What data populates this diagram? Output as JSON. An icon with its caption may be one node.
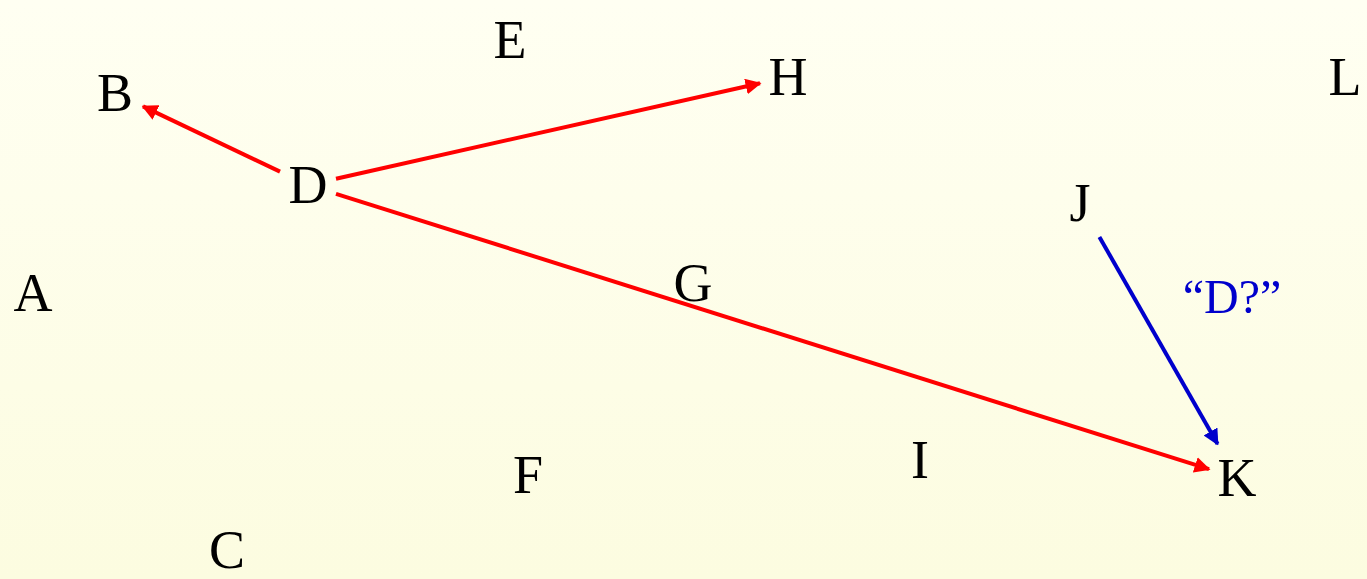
{
  "diagram": {
    "nodes": [
      {
        "text": [
          "E"
        ]
      },
      {
        "text": [
          "B"
        ]
      },
      {
        "text": [
          "H"
        ]
      },
      {
        "text": [
          "L"
        ]
      },
      {
        "text": [
          "D"
        ]
      },
      {
        "text": [
          "J"
        ]
      },
      {
        "text": [
          "A"
        ]
      },
      {
        "text": [
          "G"
        ]
      },
      {
        "text": [
          "F"
        ]
      },
      {
        "text": [
          "I"
        ]
      },
      {
        "text": [
          "K"
        ]
      },
      {
        "text": [
          "C"
        ]
      }
    ],
    "edges": [
      {
        "from": 4,
        "to": 1,
        "arrow": "to"
      },
      {
        "from": 4,
        "to": 2,
        "arrow": "to"
      },
      {
        "from": 4,
        "to": 10,
        "arrow": "to"
      },
      {
        "from": 5,
        "to": 10,
        "arrow": "to",
        "label": "“D?”",
        "color": "#0000cc"
      }
    ]
  }
}
